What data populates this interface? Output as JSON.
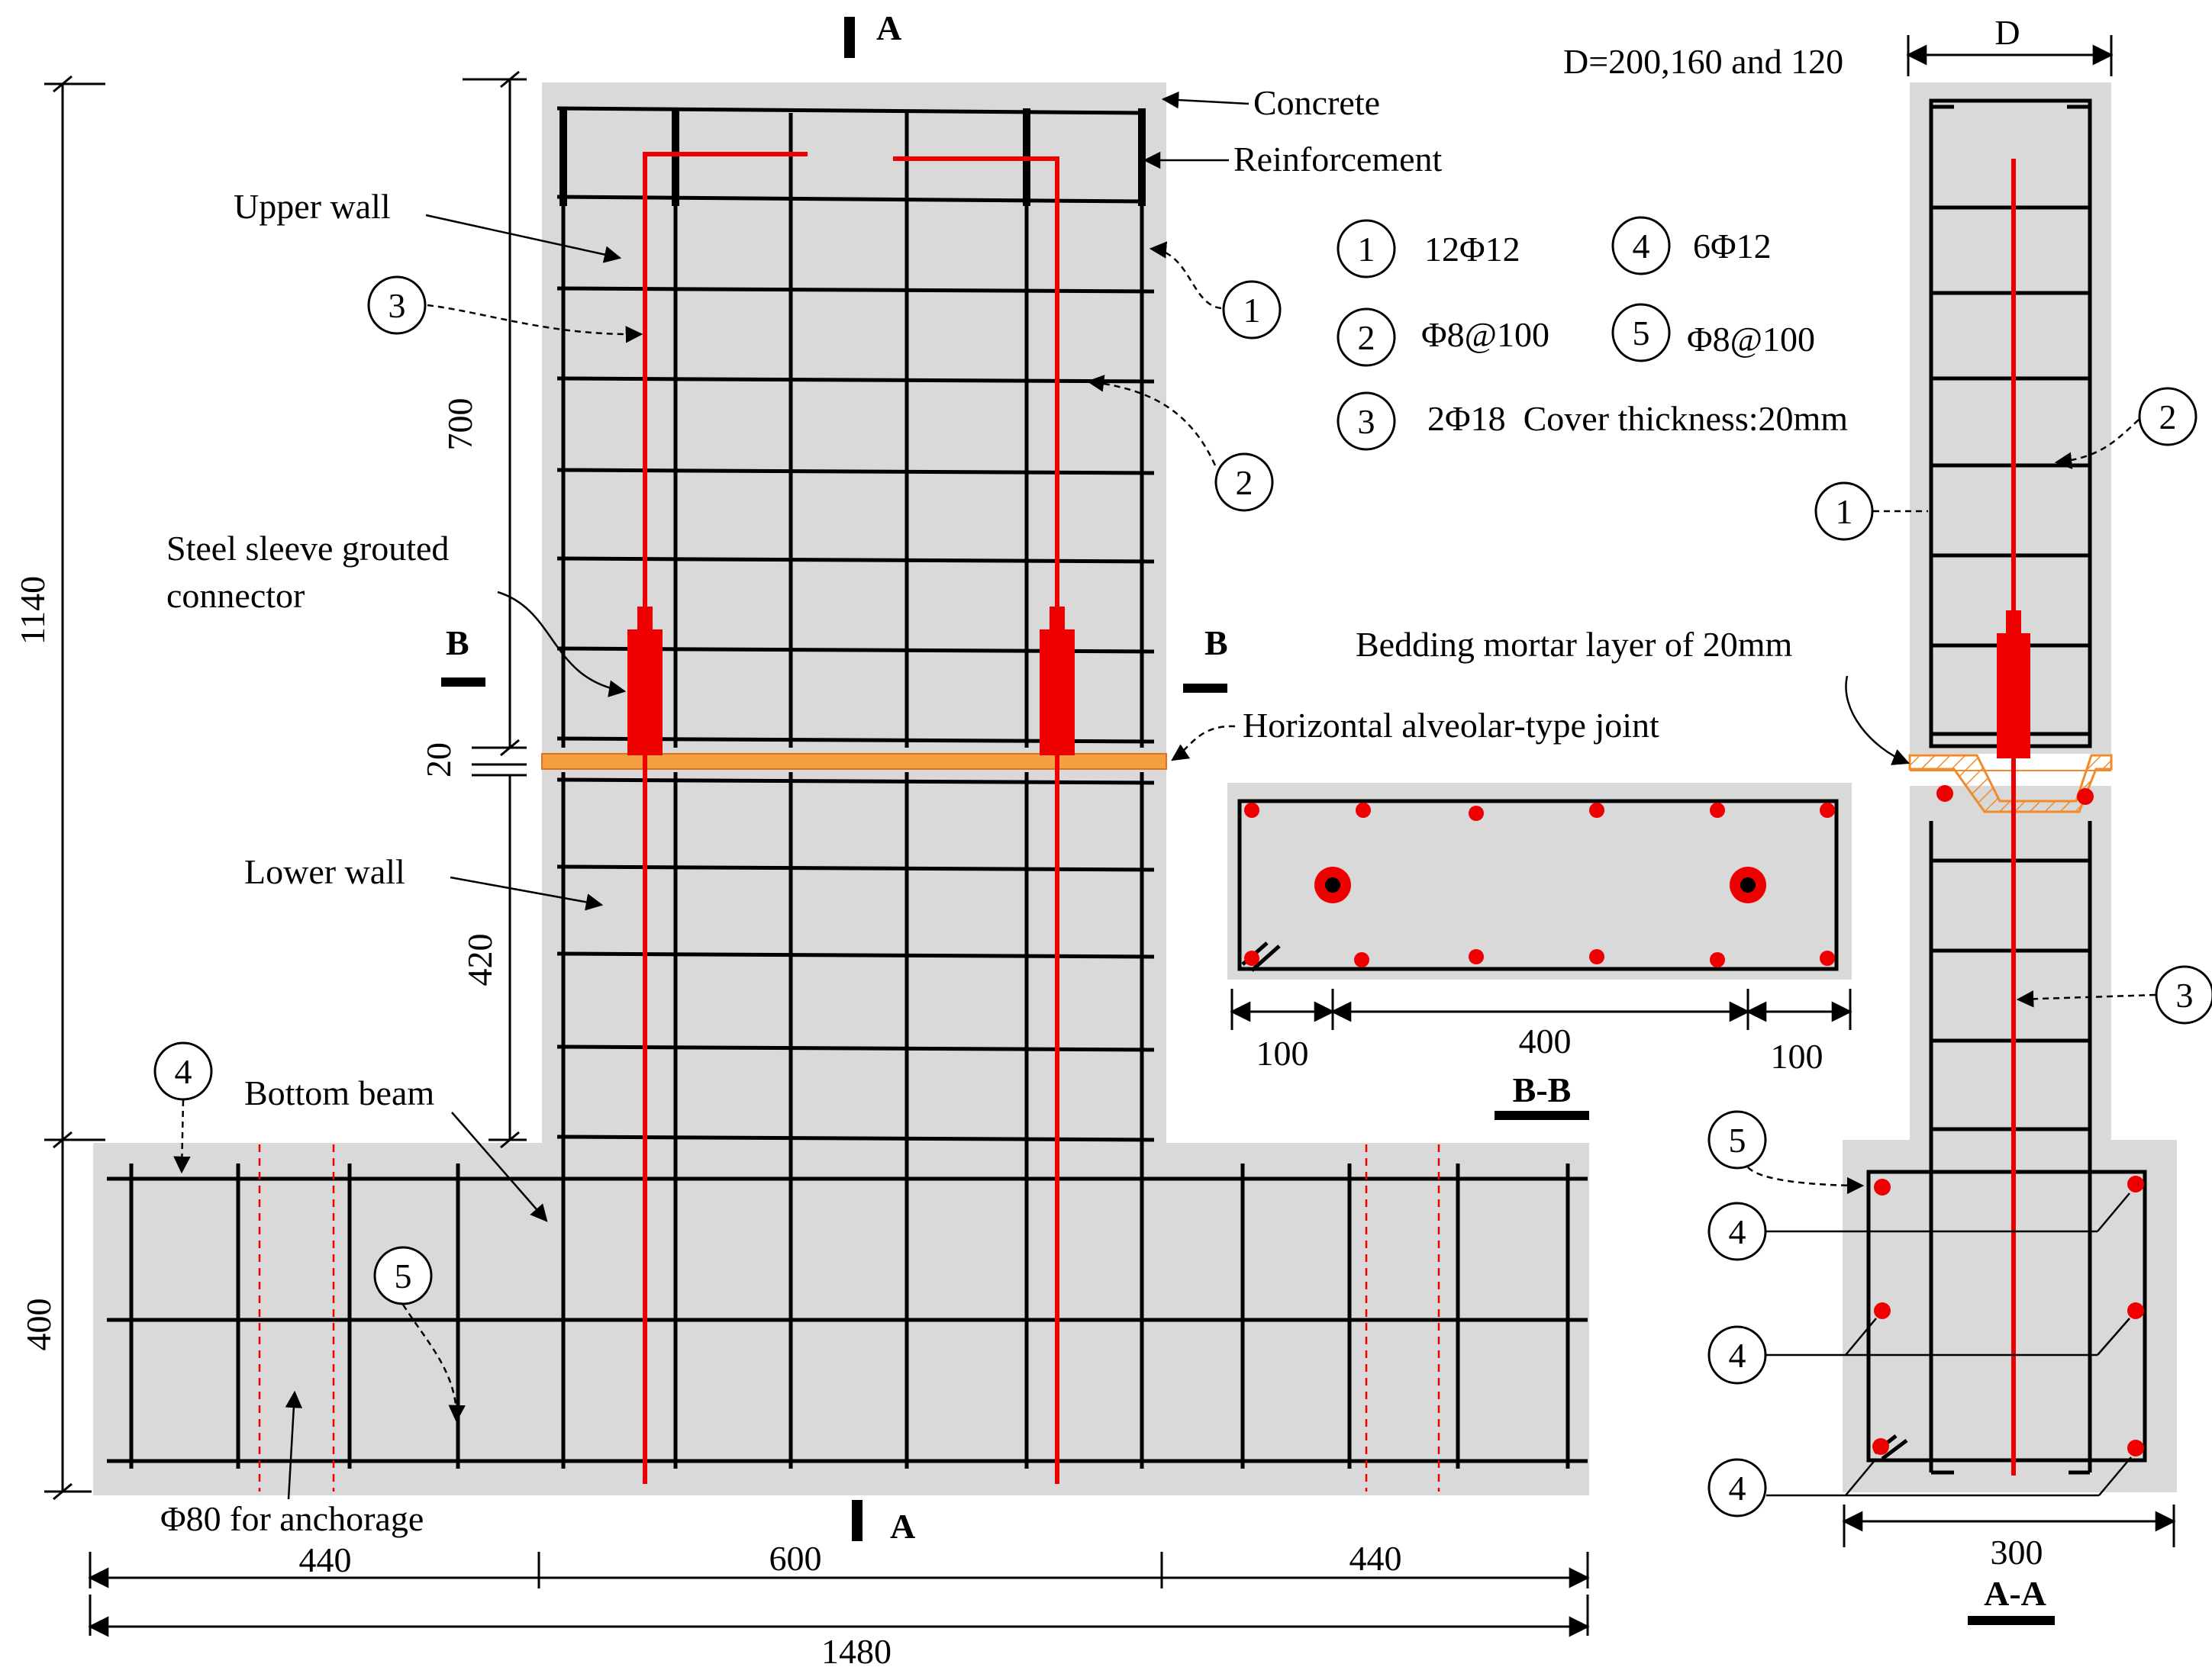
{
  "labels": {
    "section_a_top": "A",
    "section_a_bottom": "A",
    "section_b_left": "B",
    "section_b_right": "B",
    "concrete": "Concrete",
    "reinforcement": "Reinforcement",
    "upper_wall": "Upper wall",
    "lower_wall": "Lower wall",
    "bottom_beam": "Bottom beam",
    "sleeve_line1": "Steel sleeve grouted",
    "sleeve_line2": "connector",
    "joint": "Horizontal alveolar-type joint",
    "bedding": "Bedding mortar layer of 20mm",
    "anchorage": "Φ80 for anchorage",
    "d_values": "D=200,160 and 120",
    "d_symbol": "D",
    "section_bb": "B-B",
    "section_aa": "A-A"
  },
  "dimensions": {
    "total_height": "1140",
    "upper_height": "700",
    "joint_height": "20",
    "lower_height": "420",
    "beam_height": "400",
    "left_span": "440",
    "mid_span": "600",
    "right_span": "440",
    "total_width": "1480",
    "bb_left": "100",
    "bb_mid": "400",
    "bb_right": "100",
    "aa_width": "300"
  },
  "legend": [
    {
      "num": "1",
      "text": "12Φ12"
    },
    {
      "num": "2",
      "text": "Φ8@100"
    },
    {
      "num": "3",
      "text": "2Φ18  Cover thickness:20mm"
    },
    {
      "num": "4",
      "text": "6Φ12"
    },
    {
      "num": "5",
      "text": "Φ8@100"
    }
  ],
  "markers": {
    "m1": "1",
    "m2": "2",
    "m3": "3",
    "m4": "4",
    "m5": "5"
  },
  "colors": {
    "concrete": "#d9d9d9",
    "rebar": "#000000",
    "connector_bar": "#ee0000",
    "joint": "#f5a040"
  }
}
